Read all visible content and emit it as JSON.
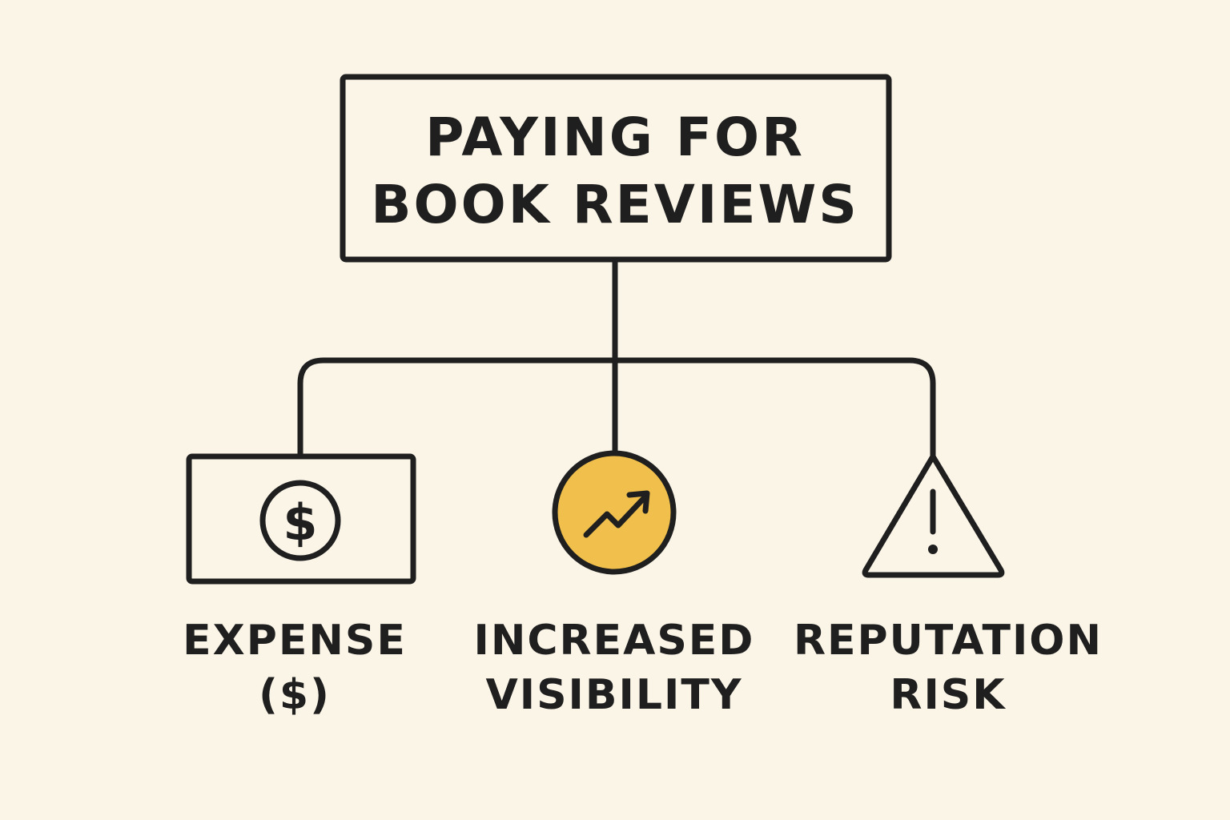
{
  "title": {
    "line1": "PAYING FOR",
    "line2": "BOOK REVIEWS"
  },
  "branches": [
    {
      "icon": "dollar-bill-icon",
      "label_line1": "EXPENSE",
      "label_line2": "($)"
    },
    {
      "icon": "trending-up-icon",
      "label_line1": "INCREASED",
      "label_line2": "VISIBILITY"
    },
    {
      "icon": "warning-triangle-icon",
      "label_line1": "REPUTATION",
      "label_line2": "RISK"
    }
  ],
  "colors": {
    "background": "#fbf5e8",
    "ink": "#1f1f1f",
    "highlight": "#f0bf4c"
  }
}
